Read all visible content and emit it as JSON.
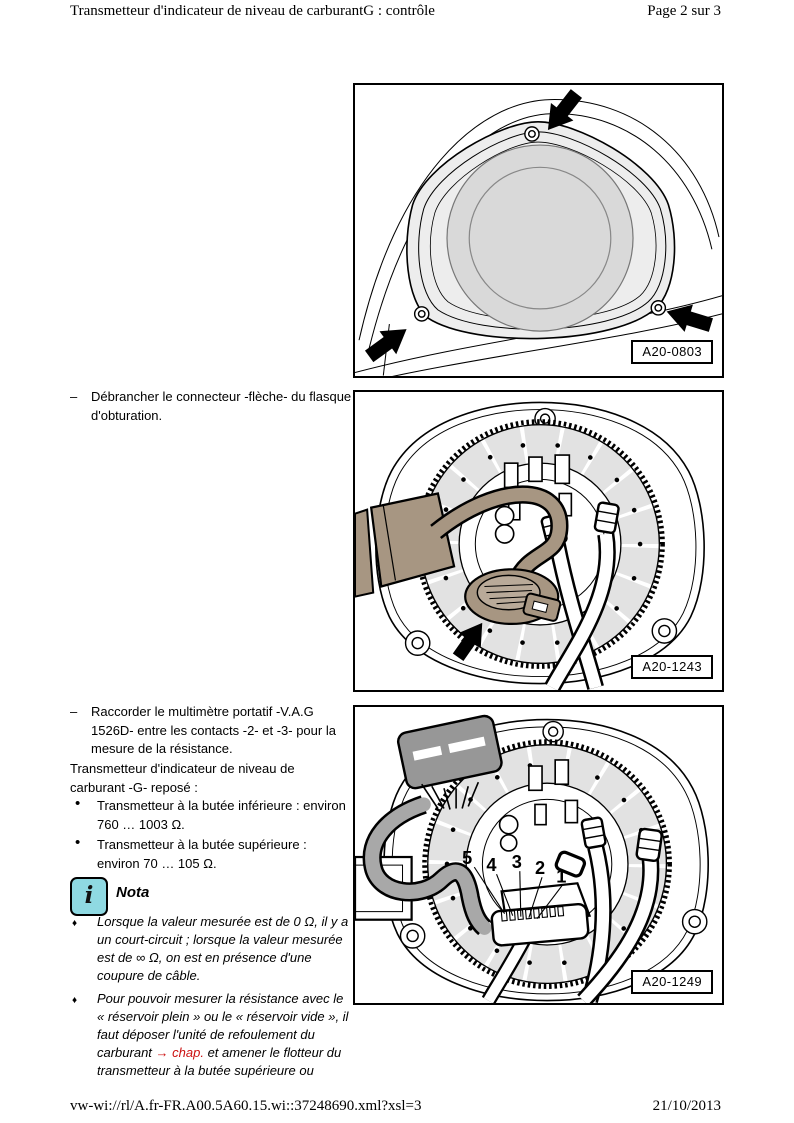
{
  "header": {
    "title": "Transmetteur d'indicateur de niveau de carburantG : contrôle",
    "page_indicator": "Page 2 sur 3"
  },
  "steps": [
    {
      "marker": "–",
      "text": "Débrancher le connecteur -flèche- du flasque d'obturation."
    },
    {
      "marker": "–",
      "text": "Raccorder le multimètre portatif -V.A.G 1526D- entre les contacts -2- et -3- pour la mesure de la résistance."
    }
  ],
  "paragraph": "Transmetteur d'indicateur de niveau de carburant -G- reposé :",
  "spec_bullets": [
    {
      "marker": "•",
      "text": "Transmetteur à la butée inférieure : environ 760 … 1003 Ω."
    },
    {
      "marker": "•",
      "text": "Transmetteur à la butée supérieure : environ 70 … 105 Ω."
    }
  ],
  "note": {
    "icon_glyph": "i",
    "title": "Nota",
    "items": [
      {
        "marker": "♦",
        "pre": "Lorsque la valeur mesurée est de 0 Ω, il y a un court-circuit ; lorsque la valeur mesurée est de ∞ Ω, on est en présence d'une coupure de câble.",
        "link": "",
        "post": ""
      },
      {
        "marker": "♦",
        "pre": "Pour pouvoir mesurer la résistance avec le « réservoir plein » ou le « réservoir vide », il faut déposer l'unité de refoulement du carburant ",
        "link": "→ chap.",
        "post": " et amener le flotteur du transmetteur à la butée supérieure ou"
      }
    ]
  },
  "figures": [
    {
      "label": "A20-0803"
    },
    {
      "label": "A20-1243"
    },
    {
      "label": "A20-1249",
      "pins": [
        "5",
        "4",
        "3",
        "2",
        "1"
      ]
    }
  ],
  "footer": {
    "source": "vw-wi://rl/A.fr-FR.A00.5A60.15.wi::37248690.xml?xsl=3",
    "date": "21/10/2013"
  },
  "colors": {
    "link_red": "#cc1111",
    "note_icon_bg": "#8fd9e2",
    "connector_tan": "#a79682",
    "connector_gray": "#979797",
    "figure_gray": "#d9d9d9"
  }
}
